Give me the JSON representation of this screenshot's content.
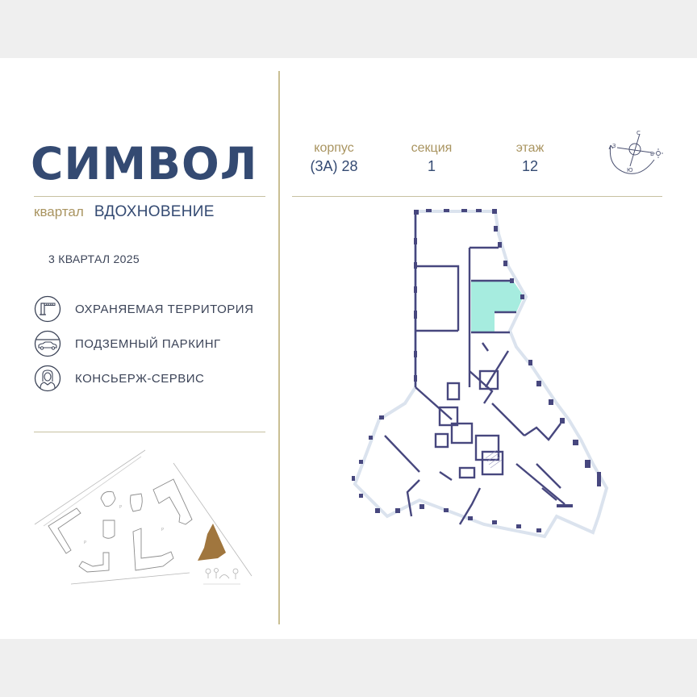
{
  "brand": {
    "title": "СИМВОЛ",
    "district_label": "квартал",
    "district_name": "ВДОХНОВЕНИЕ"
  },
  "deadline": "3 КВАРТАЛ 2025",
  "features": [
    {
      "icon": "barrier-gate-icon",
      "label": "ОХРАНЯЕМАЯ ТЕРРИТОРИЯ"
    },
    {
      "icon": "car-parking-icon",
      "label": "ПОДЗЕМНЫЙ ПАРКИНГ"
    },
    {
      "icon": "concierge-icon",
      "label": "КОНСЬЕРЖ-СЕРВИС"
    }
  ],
  "unit_meta": {
    "building_label": "корпус",
    "building_value": "(3А) 28",
    "section_label": "секция",
    "section_value": "1",
    "floor_label": "этаж",
    "floor_value": "12"
  },
  "compass": {
    "north": "С",
    "south": "Ю",
    "west": "З",
    "east": "В"
  },
  "colors": {
    "brand_navy": "#344a72",
    "gold": "#a99460",
    "wall": "#4a4a82",
    "highlight_unit": "#a6ecdf",
    "site_marker": "#a0763e"
  }
}
